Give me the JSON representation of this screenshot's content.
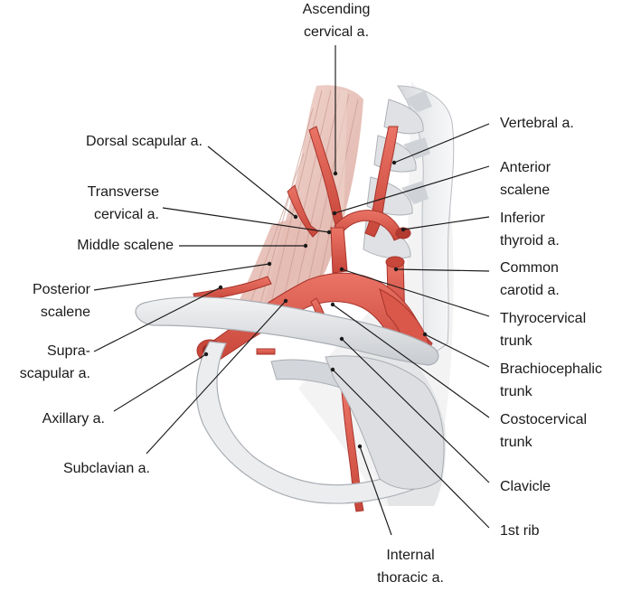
{
  "labels": {
    "ascending_cervical": {
      "line1": "Ascending",
      "line2": "cervical a."
    },
    "dorsal_scapular": {
      "line1": "Dorsal scapular a."
    },
    "transverse_cervical": {
      "line1": "Transverse",
      "line2": "cervical a."
    },
    "middle_scalene": {
      "line1": "Middle scalene"
    },
    "posterior_scalene": {
      "line1": "Posterior",
      "line2": "scalene"
    },
    "suprascapular": {
      "line1": "Supra-",
      "line2": "scapular a."
    },
    "axillary": {
      "line1": "Axillary a."
    },
    "subclavian": {
      "line1": "Subclavian a."
    },
    "vertebral": {
      "line1": "Vertebral a."
    },
    "anterior_scalene": {
      "line1": "Anterior",
      "line2": "scalene"
    },
    "inferior_thyroid": {
      "line1": "Inferior",
      "line2": "thyroid a."
    },
    "common_carotid": {
      "line1": "Common",
      "line2": "carotid a."
    },
    "thyrocervical": {
      "line1": "Thyrocervical",
      "line2": "trunk"
    },
    "brachiocephalic": {
      "line1": "Brachiocephalic",
      "line2": "trunk"
    },
    "costocervical": {
      "line1": "Costocervical",
      "line2": "trunk"
    },
    "clavicle": {
      "line1": "Clavicle"
    },
    "first_rib": {
      "line1": "1st rib"
    },
    "internal_thoracic": {
      "line1": "Internal",
      "line2": "thoracic a."
    }
  },
  "colors": {
    "artery": "#d9584a",
    "artery_dark": "#b33a30",
    "artery_light": "#ef8a7c",
    "bone": "#e2e3e5",
    "bone_shadow": "#b9bcc1",
    "muscle": "#e9c4bc",
    "muscle_stripe": "#c99a90",
    "leader": "#1a1a1a"
  }
}
